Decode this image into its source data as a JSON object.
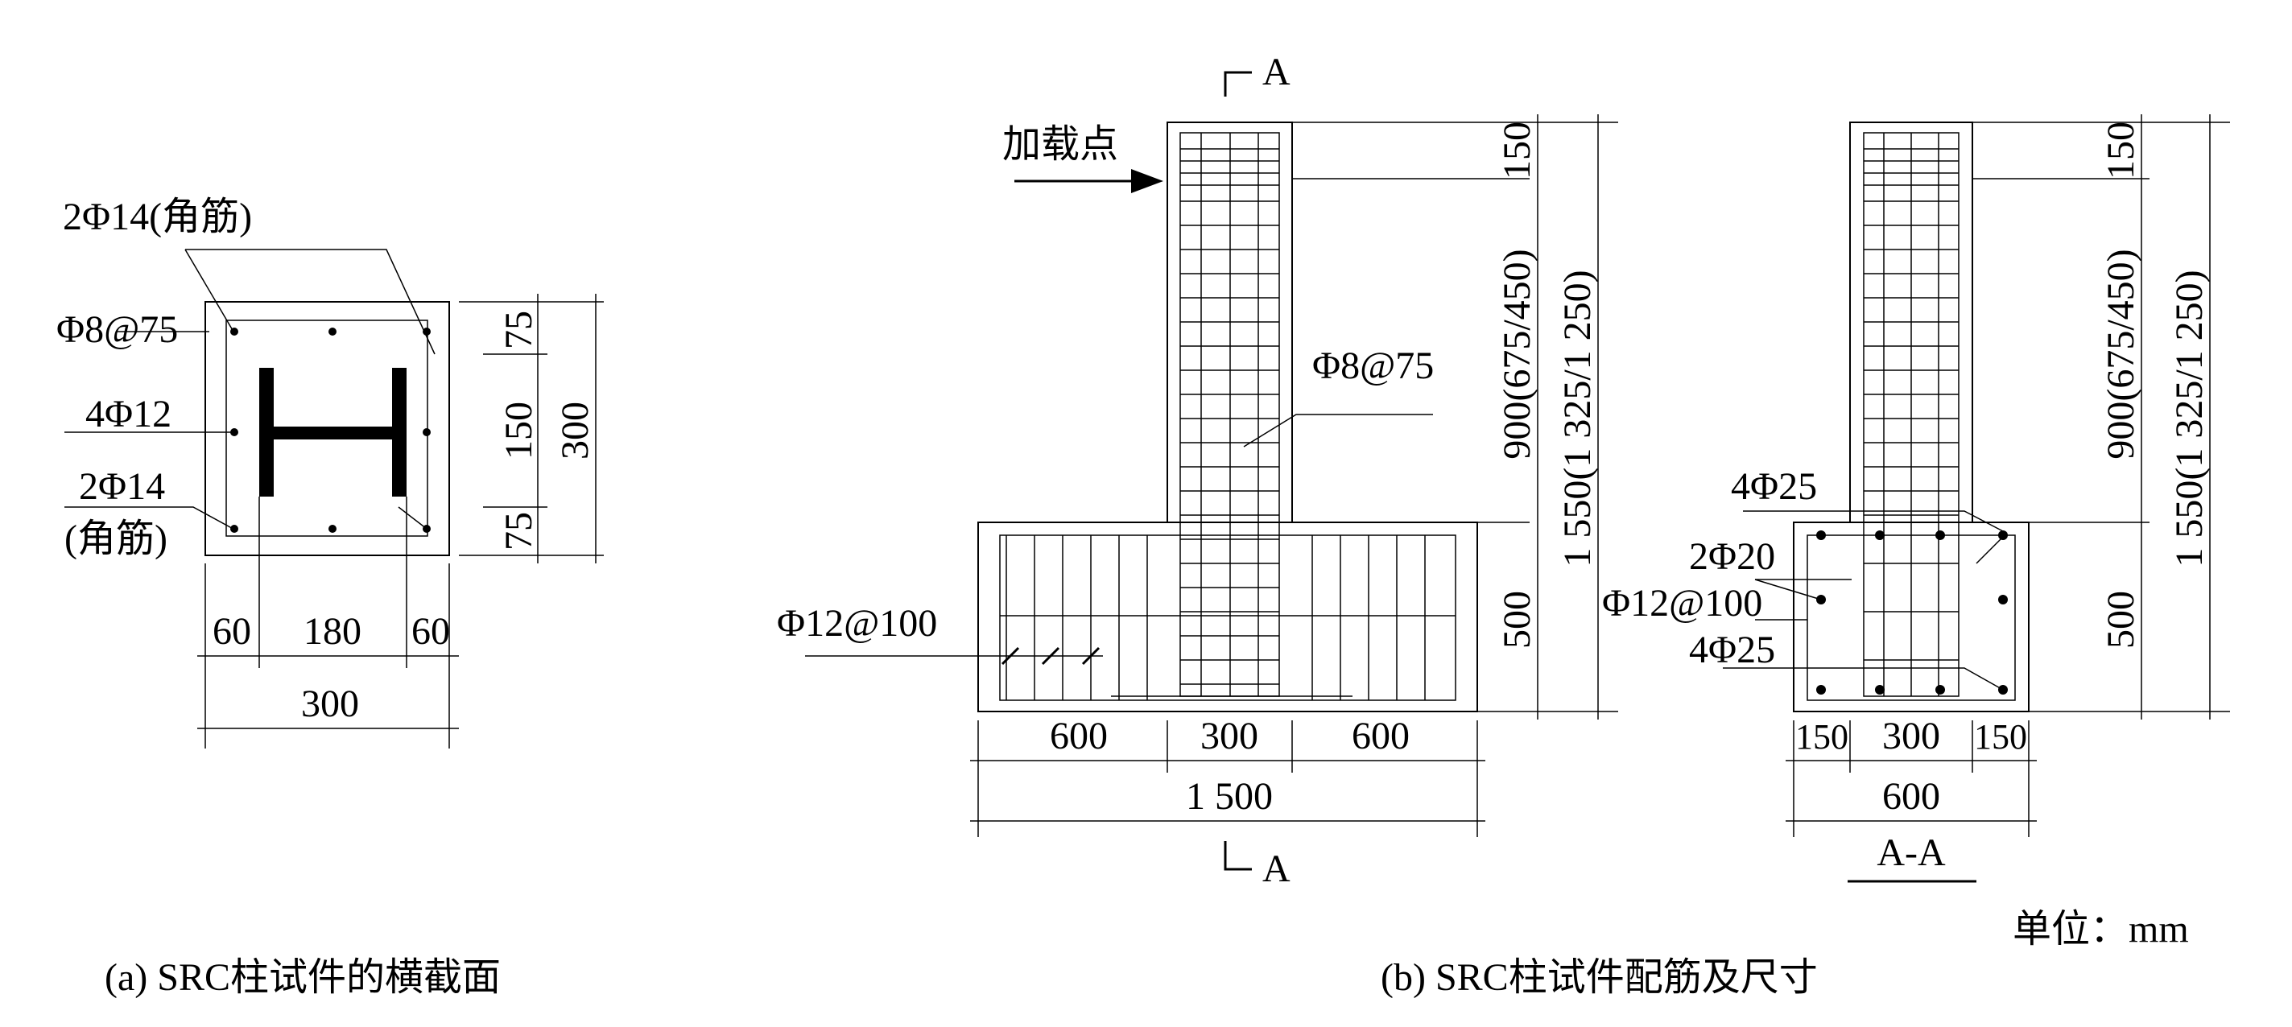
{
  "panel_a": {
    "labels": {
      "corner_bars_top": "2Φ14(角筋)",
      "stirrup": "Φ8@75",
      "mid_bars": "4Φ12",
      "corner_bars_bottom_1": "2Φ14",
      "corner_bars_bottom_2": "(角筋)"
    },
    "dims_right": {
      "top": "75",
      "mid": "150",
      "bottom": "75",
      "total": "300"
    },
    "dims_bottom": {
      "left": "60",
      "mid": "180",
      "right": "60",
      "total": "300"
    },
    "caption": "(a)  SRC柱试件的横截面"
  },
  "panel_b": {
    "section_top": "A",
    "section_bottom": "A",
    "load_point": "加载点",
    "column_stirrup": "Φ8@75",
    "base_stirrup": "Φ12@100",
    "dims_right_1": {
      "top": "150",
      "mid": "900(675/450)",
      "bottom": "500"
    },
    "dims_right_2": "1 550(1 325/1 250)",
    "dims_bottom": {
      "left": "600",
      "mid": "300",
      "right": "600",
      "total": "1 500"
    },
    "caption": "(b)  SRC柱试件配筋及尺寸"
  },
  "section_aa": {
    "labels": {
      "top_bars": "4Φ25",
      "side_bars": "2Φ20",
      "stirrup": "Φ12@100",
      "bottom_bars": "4Φ25"
    },
    "dims_right_1": {
      "top": "150",
      "mid": "900(675/450)",
      "bottom": "500"
    },
    "dims_right_2": "1 550(1 325/1 250)",
    "dims_bottom": {
      "left": "150",
      "mid": "300",
      "right": "150",
      "total": "600"
    },
    "title": "A-A"
  },
  "unit": "单位：mm"
}
